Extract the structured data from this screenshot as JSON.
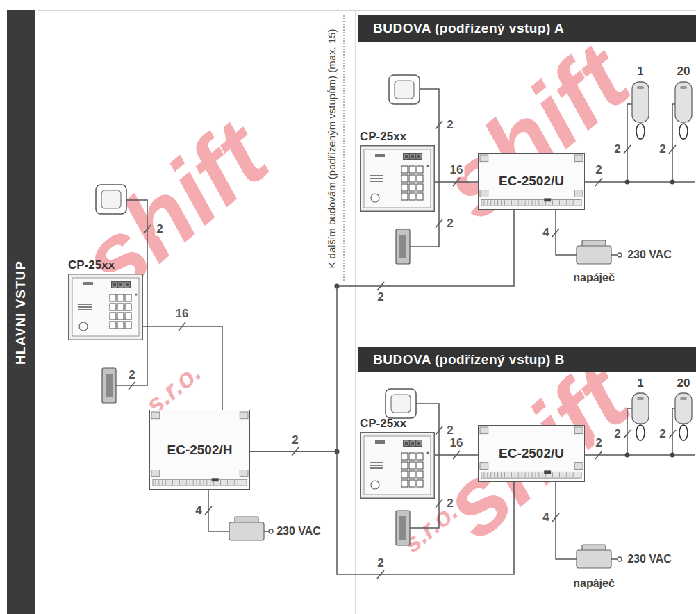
{
  "diagram": {
    "nodes": [
      {
        "text": [
          "HLAVNI VSTUP"
        ]
      },
      {
        "text": [
          "CP-25xx"
        ]
      },
      {
        "text": [
          "EC-2502/H"
        ]
      },
      {
        "text": [
          "BUDOVA (podřízený vstup) A"
        ]
      },
      {
        "text": [
          "CP-25xx"
        ]
      },
      {
        "text": [
          "EC-2502/U"
        ]
      },
      {
        "text": [
          "BUDOVA (podřízený vstup) B"
        ]
      },
      {
        "text": [
          "CP-25xx"
        ]
      },
      {
        "text": [
          "EC-2502/U"
        ]
      }
    ],
    "edges": [
      {
        "from": 1,
        "to": 2,
        "arrow": "none",
        "label": "16"
      },
      {
        "from": 2,
        "to": 5,
        "arrow": "none",
        "label": "2"
      },
      {
        "from": 2,
        "to": 8,
        "arrow": "none",
        "label": "2"
      },
      {
        "from": 4,
        "to": 5,
        "arrow": "none",
        "label": "16"
      },
      {
        "from": 7,
        "to": 8,
        "arrow": "none",
        "label": "16"
      }
    ],
    "labels": [
      "K dalším budovám (podřízeným vstupům) (max. 15)",
      "2",
      "2",
      "2",
      "4",
      "230 VAC",
      "2",
      "2",
      "2",
      "2",
      "2",
      "4",
      "230 VAC",
      "napáječ",
      "1",
      "20",
      "2",
      "2",
      "2",
      "2",
      "2",
      "4",
      "230 VAC",
      "napáječ",
      "1",
      "20",
      "shift",
      "shift",
      "shift",
      "s.r.o.",
      "s.r.o."
    ]
  }
}
